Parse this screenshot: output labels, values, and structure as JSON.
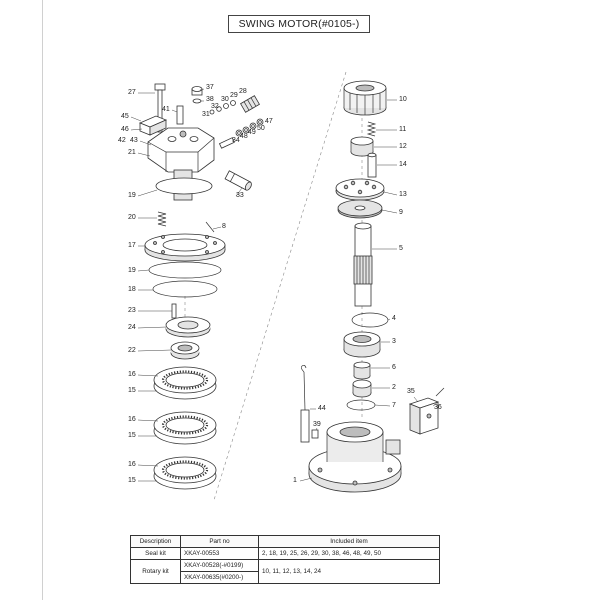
{
  "title": "SWING MOTOR(#0105-)",
  "callouts": {
    "left": [
      "27",
      "37",
      "38",
      "41",
      "30",
      "29",
      "28",
      "32",
      "31",
      "45",
      "46",
      "47",
      "50",
      "49",
      "48",
      "42",
      "43",
      "34",
      "21",
      "19",
      "33",
      "20",
      "8",
      "17",
      "19",
      "18",
      "23",
      "24",
      "22",
      "16",
      "15",
      "16",
      "15",
      "16",
      "15"
    ],
    "right": [
      "10",
      "11",
      "12",
      "14",
      "13",
      "9",
      "5",
      "4",
      "3",
      "6",
      "2",
      "7",
      "35",
      "36",
      "44",
      "39",
      "1"
    ]
  },
  "table": {
    "headers": {
      "description": "Description",
      "part_no": "Part no",
      "included_item": "Included item"
    },
    "rows": [
      {
        "description": "Seal kit",
        "part_no": [
          "XKAY-00553"
        ],
        "included_item": "2, 18, 19, 25, 26, 29, 30, 38, 46, 48, 49, 50"
      },
      {
        "description": "Rotary kit",
        "part_no": [
          "XKAY-00528(-#0199)",
          "XKAY-00635(#0200-)"
        ],
        "included_item": "10, 11, 12, 13, 14, 24"
      }
    ]
  }
}
